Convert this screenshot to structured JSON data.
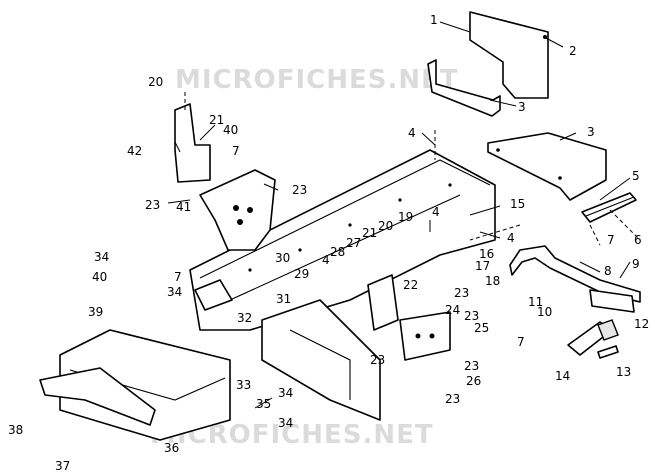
{
  "watermark": {
    "top": "MICROFICHES.NET",
    "bottom": "MICROFICHES.NET"
  },
  "callouts": {
    "c1": "1",
    "c2": "2",
    "c3a": "3",
    "c3b": "3",
    "c4a": "4",
    "c4b": "4",
    "c4c": "4",
    "c4d": "4",
    "c5": "5",
    "c6": "6",
    "c7a": "7",
    "c7b": "7",
    "c7c": "7",
    "c7d": "7",
    "c8": "8",
    "c9": "9",
    "c10": "10",
    "c11": "11",
    "c12": "12",
    "c13": "13",
    "c14": "14",
    "c15": "15",
    "c16": "16",
    "c17": "17",
    "c18": "18",
    "c19": "19",
    "c20a": "20",
    "c20b": "20",
    "c21a": "21",
    "c21b": "21",
    "c22": "22",
    "c23a": "23",
    "c23b": "23",
    "c23c": "23",
    "c23d": "23",
    "c23e": "23",
    "c23f": "23",
    "c23g": "23",
    "c24": "24",
    "c25": "25",
    "c26": "26",
    "c27": "27",
    "c28": "28",
    "c29": "29",
    "c30": "30",
    "c31": "31",
    "c32": "32",
    "c33": "33",
    "c34a": "34",
    "c34b": "34",
    "c34c": "34",
    "c34d": "34",
    "c35": "35",
    "c36": "36",
    "c37": "37",
    "c38": "38",
    "c39": "39",
    "c40a": "40",
    "c40b": "40",
    "c41": "41",
    "c42": "42"
  }
}
